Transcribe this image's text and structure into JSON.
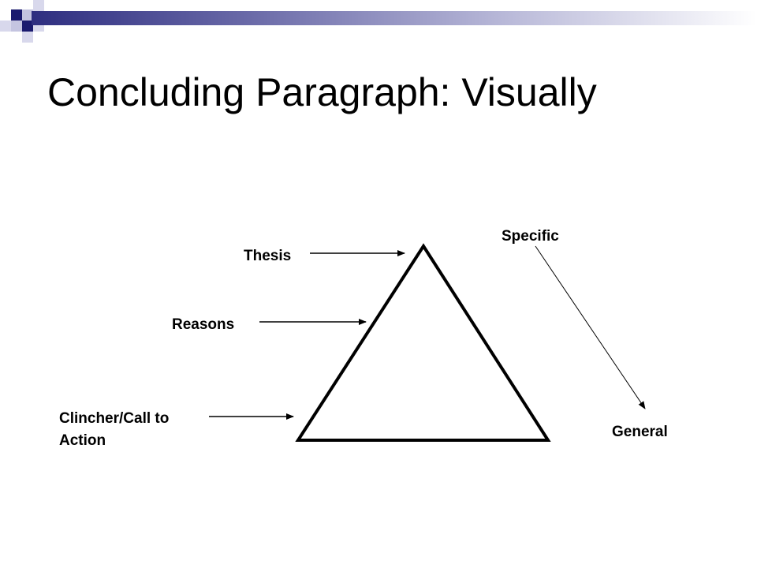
{
  "slide": {
    "title": "Concluding Paragraph: Visually"
  },
  "theme": {
    "accent_dark": "#1a1a6e",
    "accent_light": "#b8b8d8",
    "header_gradient_start": "#3a3a86",
    "header_gradient_end": "#ffffff"
  },
  "diagram": {
    "shape": "triangle",
    "pointers": [
      {
        "label": "Thesis"
      },
      {
        "label": "Reasons"
      },
      {
        "label_lines": [
          "Clincher/Call to",
          "Action"
        ]
      }
    ],
    "scale": {
      "top_label": "Specific",
      "bottom_label": "General"
    }
  }
}
